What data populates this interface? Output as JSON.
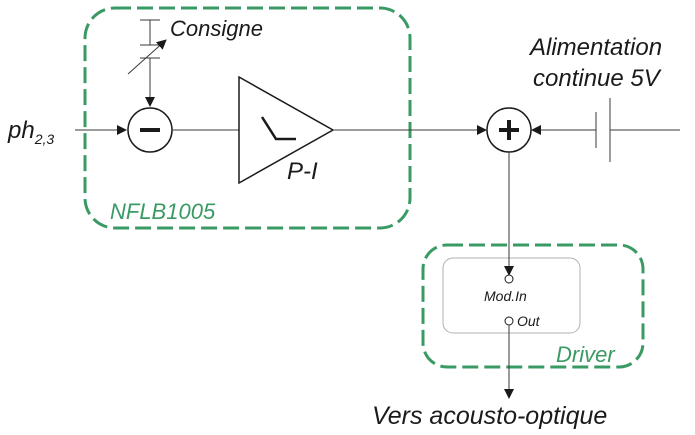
{
  "input": {
    "label": "ph",
    "subscript": "2,3"
  },
  "setpoint": {
    "label": "Consigne"
  },
  "subtractor": {
    "symbol": "−"
  },
  "controller": {
    "label": "P-I"
  },
  "nflb_box": {
    "label": "NFLB1005"
  },
  "adder": {
    "symbol": "+"
  },
  "power_supply": {
    "line1": "Alimentation",
    "line2": "continue 5V"
  },
  "driver": {
    "label": "Driver",
    "mod_in": "Mod.In",
    "out": "Out"
  },
  "output": {
    "label": "Vers acousto-optique"
  },
  "colors": {
    "frame": "#3a9a64",
    "line": "#3a3a3a",
    "text": "#1a1a1a"
  }
}
